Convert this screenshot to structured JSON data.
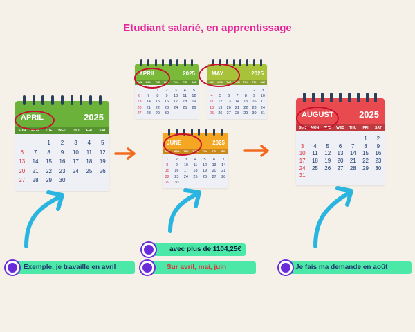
{
  "title": "Etudiant salarié, en apprentissage",
  "calendars": {
    "april_large": {
      "month": "APRIL",
      "year": "2025",
      "dow": [
        "SUN",
        "MON",
        "TUE",
        "WED",
        "THU",
        "FRI",
        "SAT"
      ],
      "days": [
        "",
        "",
        "1",
        "2",
        "3",
        "4",
        "5",
        "6",
        "7",
        "8",
        "9",
        "10",
        "11",
        "12",
        "13",
        "14",
        "15",
        "16",
        "17",
        "18",
        "19",
        "20",
        "21",
        "22",
        "23",
        "24",
        "25",
        "26",
        "27",
        "28",
        "29",
        "30",
        "",
        "",
        ""
      ],
      "color": "#6ab23a"
    },
    "april_small": {
      "month": "APRIL",
      "year": "2025",
      "dow": [
        "SUN",
        "MON",
        "TUE",
        "WED",
        "THU",
        "FRI",
        "SAT"
      ],
      "days": [
        "",
        "",
        "1",
        "2",
        "3",
        "4",
        "5",
        "6",
        "7",
        "8",
        "9",
        "10",
        "11",
        "12",
        "13",
        "14",
        "15",
        "16",
        "17",
        "18",
        "19",
        "20",
        "21",
        "22",
        "23",
        "24",
        "25",
        "26",
        "27",
        "28",
        "29",
        "30",
        "",
        "",
        ""
      ],
      "color": "#7ab93a"
    },
    "may_small": {
      "month": "MAY",
      "year": "2025",
      "dow": [
        "SUN",
        "MON",
        "TUE",
        "WED",
        "THU",
        "FRI",
        "SAT"
      ],
      "days": [
        "",
        "",
        "",
        "",
        "1",
        "2",
        "3",
        "4",
        "5",
        "6",
        "7",
        "8",
        "9",
        "10",
        "11",
        "12",
        "13",
        "14",
        "15",
        "16",
        "17",
        "18",
        "19",
        "20",
        "21",
        "22",
        "23",
        "24",
        "25",
        "26",
        "27",
        "28",
        "29",
        "30",
        "31"
      ],
      "color": "#a8c23a"
    },
    "june_small": {
      "month": "JUNE",
      "year": "2025",
      "dow": [
        "SUN",
        "MON",
        "TUE",
        "WED",
        "THU",
        "FRI",
        "SAT"
      ],
      "days": [
        "1",
        "2",
        "3",
        "4",
        "5",
        "6",
        "7",
        "8",
        "9",
        "10",
        "11",
        "12",
        "13",
        "14",
        "15",
        "16",
        "17",
        "18",
        "19",
        "20",
        "21",
        "22",
        "23",
        "24",
        "25",
        "26",
        "27",
        "28",
        "29",
        "30",
        "",
        "",
        "",
        "",
        ""
      ],
      "color": "#f5a623"
    },
    "august_large": {
      "month": "AUGUST",
      "year": "2025",
      "dow": [
        "SUN",
        "MON",
        "TUE",
        "WED",
        "THU",
        "FRI",
        "SAT"
      ],
      "days": [
        "",
        "",
        "",
        "",
        "",
        "1",
        "2",
        "3",
        "4",
        "5",
        "6",
        "7",
        "8",
        "9",
        "10",
        "11",
        "12",
        "13",
        "14",
        "15",
        "16",
        "17",
        "18",
        "19",
        "20",
        "21",
        "22",
        "23",
        "24",
        "25",
        "26",
        "27",
        "28",
        "29",
        "30",
        "31"
      ],
      "color": "#e84a4f"
    }
  },
  "labels": {
    "left": "Exemple, je travaille en avril",
    "mid_top": "avec plus de 1104,25€",
    "mid_bottom": "Sur avril, mai, juin",
    "right": "Je fais ma demande en août"
  },
  "colors": {
    "pill": "#4ce8a8",
    "dot": "#6a2bd9",
    "arrow_blue": "#29b5e0",
    "arrow_orange": "#f26a1f",
    "oval": "#c8102e"
  }
}
